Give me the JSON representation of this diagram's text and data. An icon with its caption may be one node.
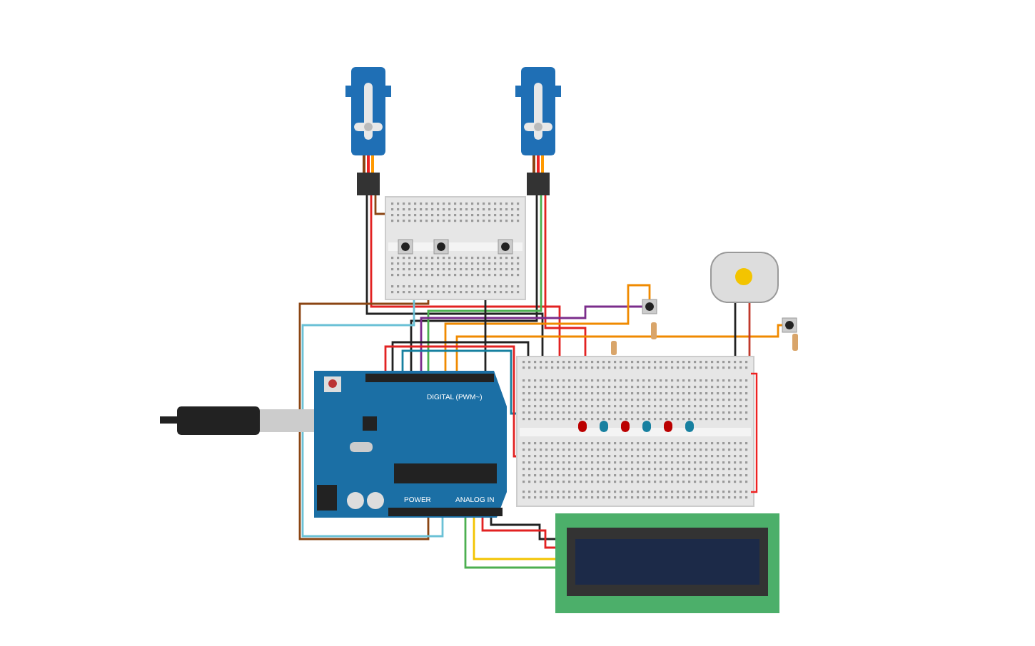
{
  "diagram": {
    "nodes": [
      {
        "text": [],
        "shape": "picture"
      },
      {
        "text": [],
        "shape": "picture"
      },
      {
        "text": [],
        "shape": "picture"
      },
      {
        "text": [],
        "shape": "picture"
      },
      {
        "text": [],
        "shape": "picture"
      },
      {
        "text": [],
        "shape": "picture"
      },
      {
        "text": [],
        "shape": "box"
      },
      {
        "text": [],
        "shape": "picture"
      },
      {
        "text": [],
        "shape": "picture"
      },
      {
        "text": [],
        "shape": "picture"
      }
    ],
    "edges": [
      {
        "from": 0,
        "to": 8,
        "arrow": "none",
        "color": "#222222"
      },
      {
        "from": 0,
        "to": 8,
        "arrow": "none",
        "color": "#e22222"
      },
      {
        "from": 0,
        "to": 2,
        "arrow": "none",
        "color": "#8b4513"
      },
      {
        "from": 1,
        "to": 7,
        "arrow": "none",
        "color": "#222222"
      },
      {
        "from": 1,
        "to": 7,
        "arrow": "none",
        "color": "#4caf50"
      },
      {
        "from": 1,
        "to": 8,
        "arrow": "none",
        "color": "#e22222"
      },
      {
        "from": 2,
        "to": 7,
        "arrow": "none",
        "color": "#8b4513"
      },
      {
        "from": 2,
        "to": 7,
        "arrow": "none",
        "color": "#6bc1d6"
      },
      {
        "from": 7,
        "to": 4,
        "arrow": "none",
        "color": "#7b2d8b"
      },
      {
        "from": 7,
        "to": 4,
        "arrow": "none",
        "color": "#f08a00"
      },
      {
        "from": 7,
        "to": 5,
        "arrow": "none",
        "color": "#f08a00"
      },
      {
        "from": 7,
        "to": 2,
        "arrow": "none",
        "color": "#222222"
      },
      {
        "from": 7,
        "to": 8,
        "arrow": "none",
        "color": "#222222"
      },
      {
        "from": 7,
        "to": 8,
        "arrow": "none",
        "color": "#1780a0"
      },
      {
        "from": 7,
        "to": 8,
        "arrow": "none",
        "color": "#e22222"
      },
      {
        "from": 7,
        "to": 9,
        "arrow": "none",
        "color": "#222222"
      },
      {
        "from": 7,
        "to": 9,
        "arrow": "none",
        "color": "#e22222"
      },
      {
        "from": 7,
        "to": 9,
        "arrow": "none",
        "color": "#f3c400"
      },
      {
        "from": 7,
        "to": 9,
        "arrow": "none",
        "color": "#4caf50"
      },
      {
        "from": 3,
        "to": 8,
        "arrow": "none",
        "color": "#222222"
      },
      {
        "from": 3,
        "to": 8,
        "arrow": "none",
        "color": "#c0392b"
      }
    ],
    "labels": [
      "DIGITAL (PWM~)",
      "POWER",
      "ANALOG IN"
    ]
  }
}
